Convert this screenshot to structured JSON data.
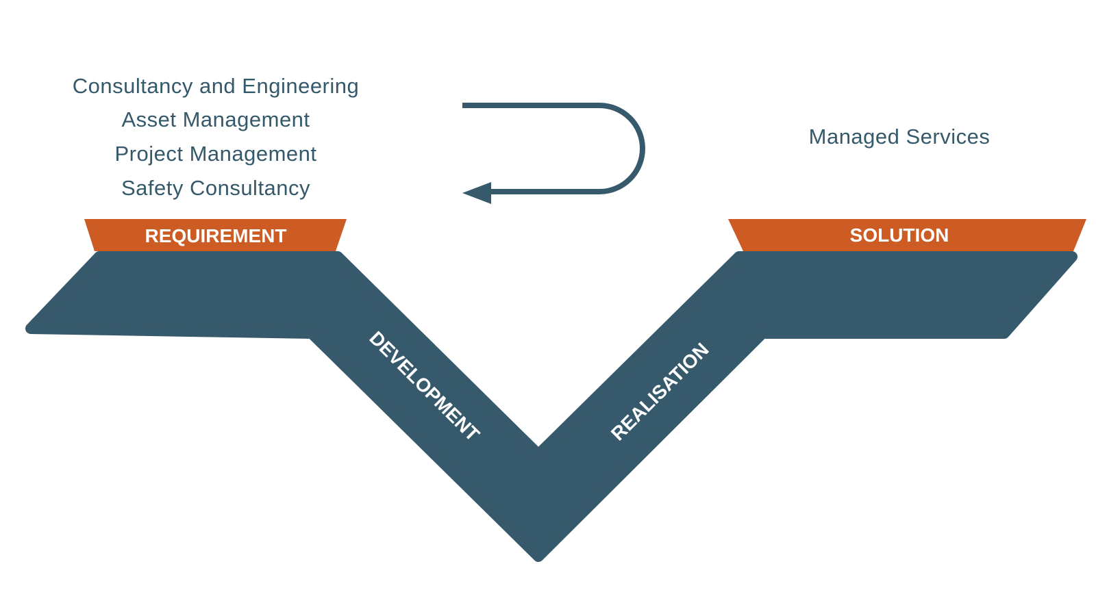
{
  "left_services": [
    "Consultancy and Engineering",
    "Asset Management",
    "Project Management",
    "Safety Consultancy"
  ],
  "right_services": [
    "Managed Services"
  ],
  "stages": {
    "requirement": "REQUIREMENT",
    "development": "DEVELOPMENT",
    "realisation": "REALISATION",
    "solution": "SOLUTION"
  },
  "colors": {
    "navy": "#36596b",
    "orange": "#cc5c23",
    "text": "#34596b"
  }
}
